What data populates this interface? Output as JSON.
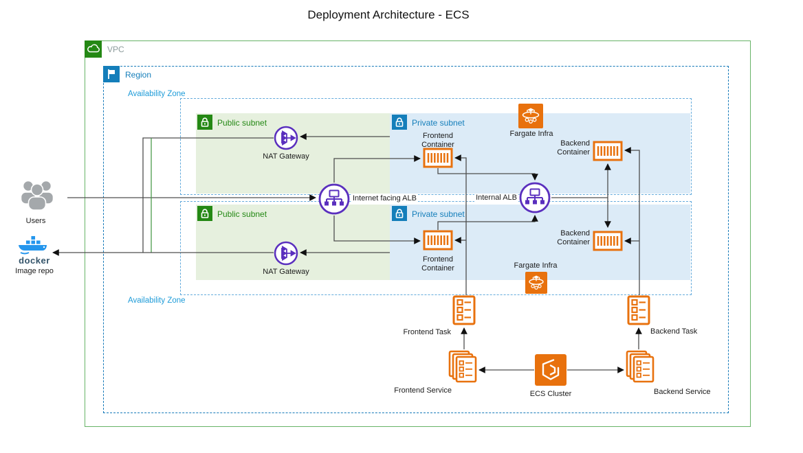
{
  "title": "Deployment Architecture - ECS",
  "groups": {
    "vpc": {
      "label": "VPC"
    },
    "region": {
      "label": "Region"
    },
    "az1": {
      "label": "Availability Zone"
    },
    "az2": {
      "label": "Availability Zone"
    },
    "public_subnet_1": {
      "label": "Public subnet"
    },
    "private_subnet_1": {
      "label": "Private subnet"
    },
    "public_subnet_2": {
      "label": "Public subnet"
    },
    "private_subnet_2": {
      "label": "Private subnet"
    }
  },
  "nodes": {
    "users": {
      "label": "Users"
    },
    "image_repo": {
      "wordmark": "docker",
      "label": "Image repo"
    },
    "nat_gateway_1": {
      "label": "NAT Gateway"
    },
    "nat_gateway_2": {
      "label": "NAT Gateway"
    },
    "internet_alb": {
      "label": "Internet facing ALB"
    },
    "internal_alb": {
      "label": "Internal ALB"
    },
    "fargate_infra_1": {
      "label": "Fargate Infra"
    },
    "fargate_infra_2": {
      "label": "Fargate Infra"
    },
    "frontend_container_1": {
      "label_line1": "Frontend",
      "label_line2": "Container"
    },
    "frontend_container_2": {
      "label_line1": "Frontend",
      "label_line2": "Container"
    },
    "backend_container_1": {
      "label_line1": "Backend",
      "label_line2": "Container"
    },
    "backend_container_2": {
      "label_line1": "Backend",
      "label_line2": "Container"
    },
    "frontend_task": {
      "label": "Frontend Task"
    },
    "backend_task": {
      "label": "Backend Task"
    },
    "frontend_service": {
      "label": "Frontend Service"
    },
    "backend_service": {
      "label": "Backend Service"
    },
    "ecs_cluster": {
      "label": "ECS Cluster"
    }
  },
  "colors": {
    "aws_orange": "#E8710D",
    "aws_purple": "#5A2FBE",
    "aws_green": "#248814",
    "aws_blue": "#147EBA",
    "az_label_blue": "#1D9BD8",
    "vpc_border_green": "#66B366",
    "public_subnet_fill": "#E6F0DE",
    "private_subnet_fill": "#DCEBF7",
    "docker_blue": "#2496ED",
    "connector_gray": "#4D4D4D"
  }
}
